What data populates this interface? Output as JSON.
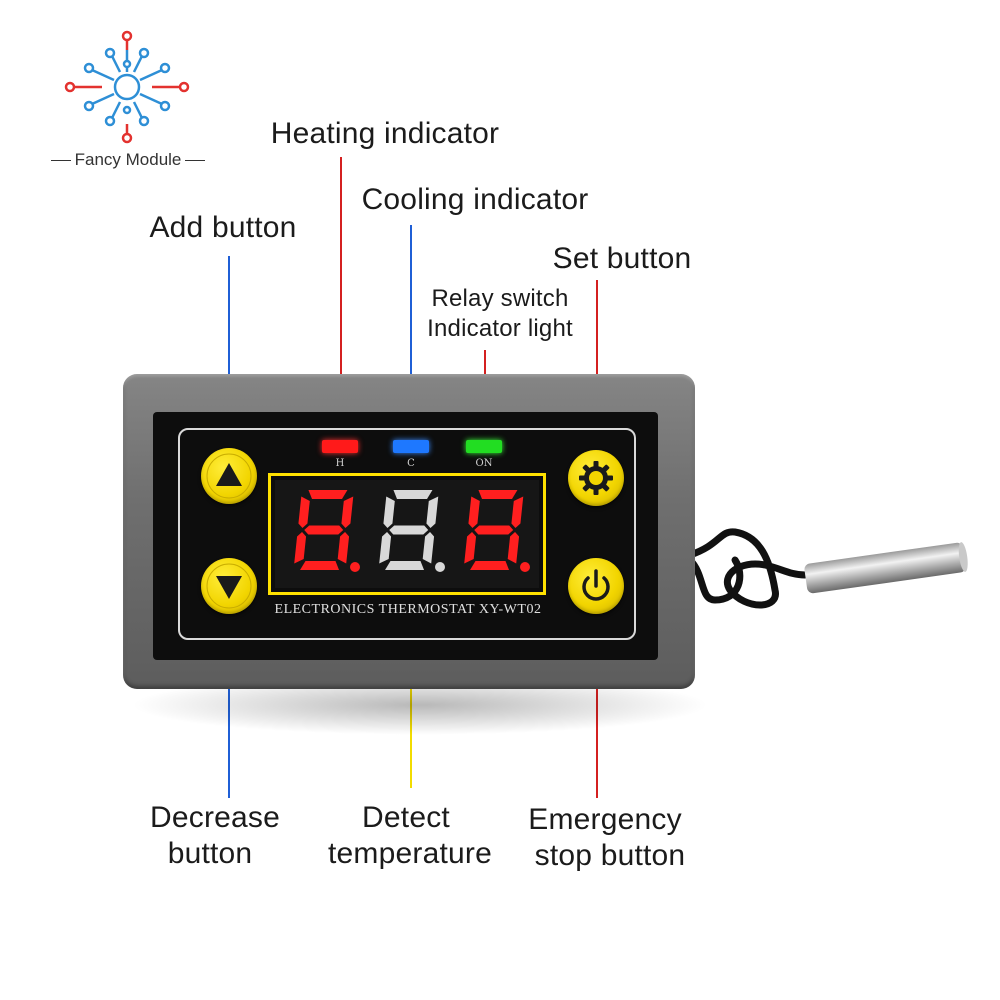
{
  "brand": {
    "name": "Fancy Module",
    "logo_icon": "circuit-logo-icon",
    "colors": {
      "red": "#e3322f",
      "blue": "#2e8fd6"
    }
  },
  "labels": {
    "heating_indicator": "Heating indicator",
    "cooling_indicator": "Cooling indicator",
    "add_button": "Add button",
    "set_button": "Set button",
    "relay_line1": "Relay switch",
    "relay_line2": "Indicator light",
    "decrease_line1": "Decrease",
    "decrease_line2": "button",
    "detect_line1": "Detect",
    "detect_line2": "temperature",
    "emergency_line1": "Emergency",
    "emergency_line2": "stop button"
  },
  "device": {
    "led_heating_label": "H",
    "led_cooling_label": "C",
    "led_relay_label": "ON",
    "display_digits": [
      "8",
      "8",
      "8"
    ],
    "model_text": "ELECTRONICS THERMOSTAT XY-WT02",
    "up_icon": "triangle-up-icon",
    "down_icon": "triangle-down-icon",
    "set_icon": "gear-icon",
    "power_icon": "power-icon"
  },
  "colors": {
    "heating_led": "#ff1a1a",
    "cooling_led": "#1e78ff",
    "relay_led": "#22dd22",
    "digit_red": "#ff1f1f",
    "digit_white": "#d8d8d8",
    "button_yellow": "#f2d500",
    "line_blue": "#1f5fd6",
    "line_red": "#d42020",
    "line_yellow": "#f2dc00"
  }
}
